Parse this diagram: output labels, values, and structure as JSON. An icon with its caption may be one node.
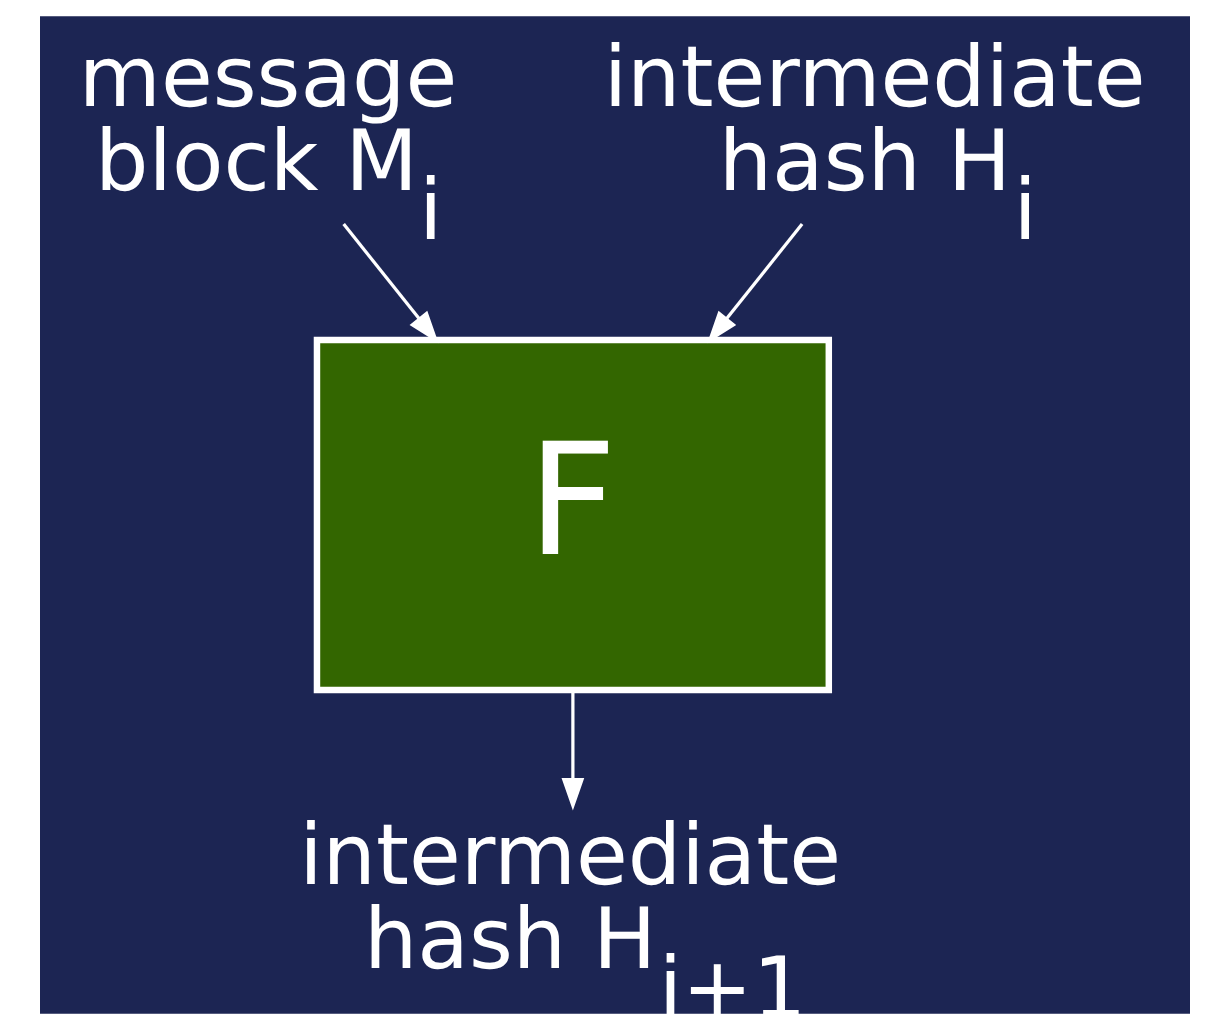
{
  "diagram": {
    "nodes": [
      {
        "text": [
          "message block M$_{i}$"
        ]
      },
      {
        "text": [
          "intermediate hash H$_{i}$"
        ]
      },
      {
        "text": [
          "F"
        ]
      },
      {
        "text": [
          "intermediate hash H$_{i+1}$"
        ]
      }
    ],
    "edges": [
      {
        "from": 0,
        "to": 2,
        "arrow": "to"
      },
      {
        "from": 1,
        "to": 2,
        "arrow": "to"
      },
      {
        "from": 2,
        "to": 3,
        "arrow": "to"
      }
    ]
  }
}
